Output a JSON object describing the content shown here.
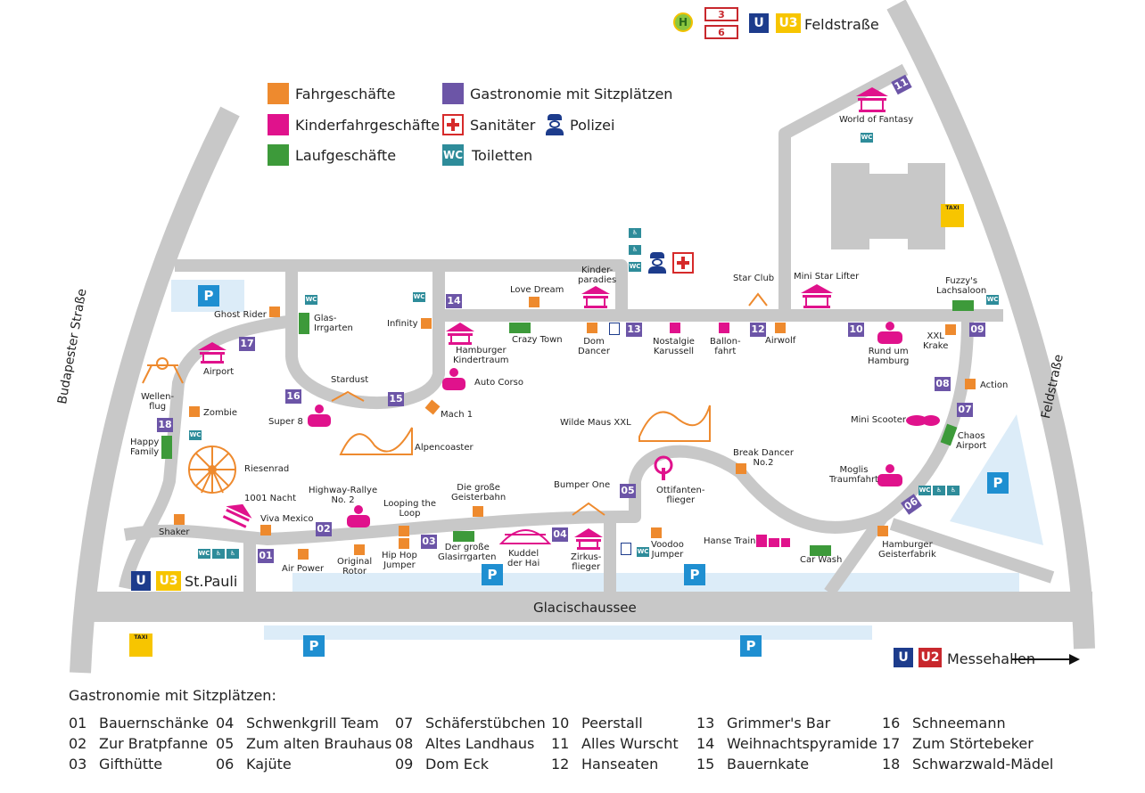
{
  "legend": {
    "fahrgeschaefte": "Fahrgeschäfte",
    "kinderfahrgeschaefte": "Kinderfahrgeschäfte",
    "laufgeschaefte": "Laufgeschäfte",
    "gastronomie": "Gastronomie mit Sitzplätzen",
    "sanitaeter": "Sanitäter",
    "polizei": "Polizei",
    "toiletten": "Toiletten",
    "wc": "WC"
  },
  "colors": {
    "fahrgeschaefte": "#ee8a2e",
    "kinderfahrgeschaefte": "#e0128c",
    "laufgeschaefte": "#3d9a3a",
    "gastronomie": "#6c55a7",
    "toiletten": "#2e8c9a",
    "road": "#c8c8c8",
    "parking": "#dcecf8"
  },
  "transit": {
    "top_station": "Feldstraße",
    "bus_lines": [
      "3",
      "6"
    ],
    "bus_symbol": "H",
    "stpauli": "St.Pauli",
    "messehallen": "Messehallen",
    "u": "U",
    "u3": "U3",
    "u2": "U2"
  },
  "streets": {
    "budapester": "Budapester Straße",
    "feldstrasse": "Feldstraße",
    "glacischaussee": "Glacischaussee"
  },
  "map_labels": {
    "ghost_rider": "Ghost Rider",
    "glas_irrgarten": "Glas-\nIrrgarten",
    "infinity": "Infinity",
    "love_dream": "Love Dream",
    "kinderparadies": "Kinder-\nparadies",
    "crazy_town": "Crazy Town",
    "hamburger_kindertraum": "Hamburger\nKindertraum",
    "dom_dancer": "Dom\nDancer",
    "nostalgie_karussell": "Nostalgie\nKarussell",
    "ballonfahrt": "Ballon-\nfahrt",
    "star_club": "Star Club",
    "mini_star_lifter": "Mini Star Lifter",
    "airwolf": "Airwolf",
    "fuzzys": "Fuzzy's\nLachsaloon",
    "world_of_fantasy": "World of Fantasy",
    "rund_um_hamburg": "Rund um\nHamburg",
    "xxl_krake": "XXL\nKrake",
    "action": "Action",
    "mini_scooter": "Mini Scooter",
    "chaos_airport": "Chaos\nAirport",
    "moglis": "Moglis\nTraumfahrt",
    "hamburger_geisterfabrik": "Hamburger\nGeisterfabrik",
    "car_wash": "Car Wash",
    "hanse_train": "Hanse Train",
    "break_dancer": "Break Dancer\nNo.2",
    "wilde_maus": "Wilde Maus XXL",
    "ottifanten": "Ottifanten-\nflieger",
    "voodoo": "Voodoo\nJumper",
    "bumper_one": "Bumper One",
    "zirkusflieger": "Zirkus-\nflieger",
    "kuddel": "Kuddel\nder Hai",
    "glasirrgarten_grosse": "Der große\nGlasirrgarten",
    "geisterbahn": "Die große\nGeisterbahn",
    "looping": "Looping the\nLoop",
    "hip_hop": "Hip Hop\nJumper",
    "highway": "Highway-Rallye\nNo. 2",
    "original_rotor": "Original\nRotor",
    "air_power": "Air Power",
    "viva_mexico": "Viva Mexico",
    "nacht_1001": "1001 Nacht",
    "shaker": "Shaker",
    "riesenrad": "Riesenrad",
    "happy_family": "Happy\nFamily",
    "zombie": "Zombie",
    "wellenflug": "Wellen-\nflug",
    "airport": "Airport",
    "stardust": "Stardust",
    "super8": "Super 8",
    "mach1": "Mach 1",
    "auto_corso": "Auto Corso",
    "alpencoaster": "Alpencoaster",
    "p": "P",
    "taxi": "TAXI"
  },
  "footer": {
    "title": "Gastronomie mit Sitzplätzen:",
    "columns": [
      [
        {
          "n": "01",
          "name": "Bauernschänke"
        },
        {
          "n": "02",
          "name": "Zur Bratpfanne"
        },
        {
          "n": "03",
          "name": "Gifthütte"
        }
      ],
      [
        {
          "n": "04",
          "name": "Schwenkgrill Team"
        },
        {
          "n": "05",
          "name": "Zum alten Brauhaus"
        },
        {
          "n": "06",
          "name": "Kajüte"
        }
      ],
      [
        {
          "n": "07",
          "name": "Schäferstübchen"
        },
        {
          "n": "08",
          "name": "Altes Landhaus"
        },
        {
          "n": "09",
          "name": "Dom Eck"
        }
      ],
      [
        {
          "n": "10",
          "name": "Peerstall"
        },
        {
          "n": "11",
          "name": "Alles Wurscht"
        },
        {
          "n": "12",
          "name": "Hanseaten"
        }
      ],
      [
        {
          "n": "13",
          "name": "Grimmer's Bar"
        },
        {
          "n": "14",
          "name": "Weihnachtspyramide"
        },
        {
          "n": "15",
          "name": "Bauernkate"
        }
      ],
      [
        {
          "n": "16",
          "name": "Schneemann"
        },
        {
          "n": "17",
          "name": "Zum Störtebeker"
        },
        {
          "n": "18",
          "name": "Schwarzwald-Mädel"
        }
      ]
    ]
  },
  "gastro_markers": [
    "01",
    "02",
    "03",
    "04",
    "05",
    "06",
    "07",
    "08",
    "09",
    "10",
    "11",
    "12",
    "13",
    "14",
    "15",
    "16",
    "17",
    "18"
  ]
}
